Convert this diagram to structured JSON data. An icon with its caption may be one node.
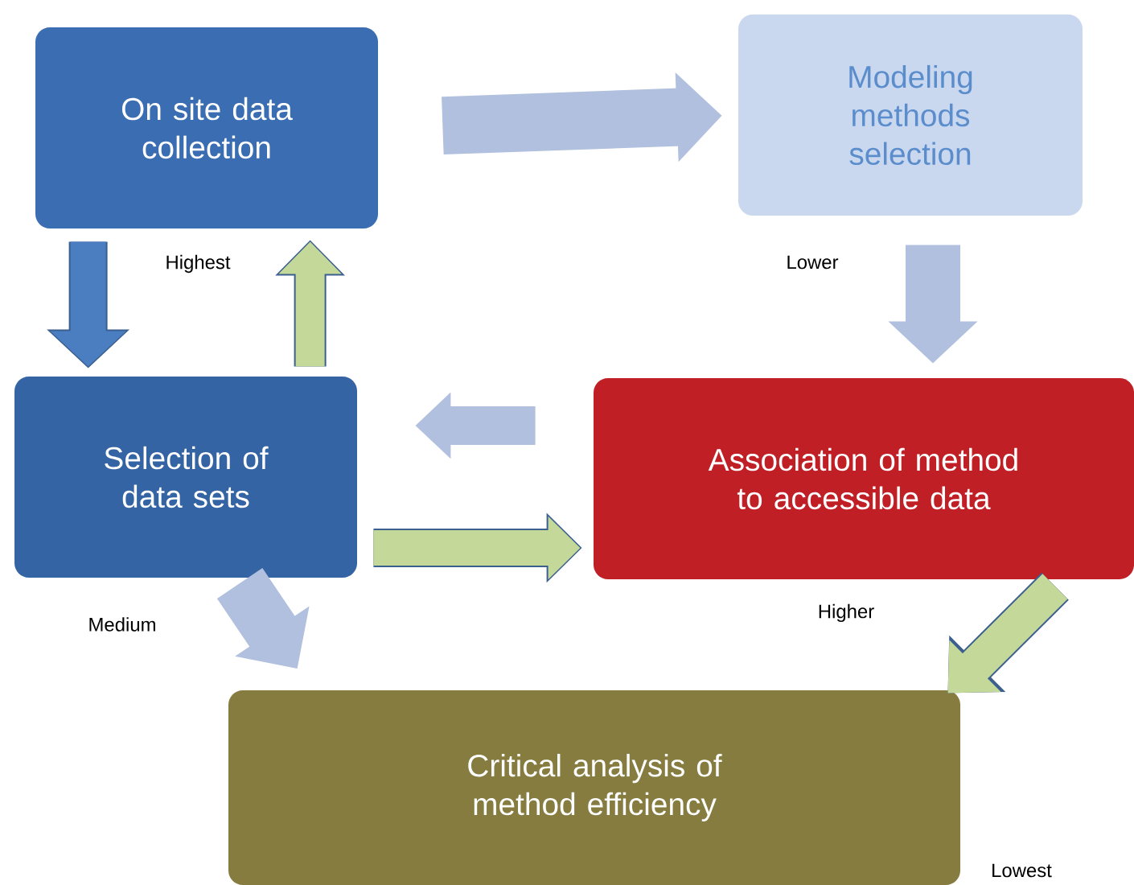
{
  "diagram": {
    "nodes": [
      {
        "text": [
          "On site data collection"
        ]
      },
      {
        "text": [
          "Modeling methods selection"
        ]
      },
      {
        "text": [
          "Selection of data sets"
        ]
      },
      {
        "text": [
          "Association of method to accessible data"
        ]
      },
      {
        "text": [
          "Critical analysis of method efficiency"
        ]
      }
    ],
    "edges": [
      {
        "from": 0,
        "to": 1,
        "arrow": "to"
      },
      {
        "from": 1,
        "to": 3,
        "arrow": "to"
      },
      {
        "from": 3,
        "to": 2,
        "arrow": "to"
      },
      {
        "from": 2,
        "to": 3,
        "arrow": "to",
        "color": "#c4d89a"
      },
      {
        "from": 0,
        "to": 2,
        "arrow": "to",
        "color": "#4a7ec0"
      },
      {
        "from": 2,
        "to": 0,
        "arrow": "to",
        "color": "#c4d89a"
      },
      {
        "from": 2,
        "to": 4,
        "arrow": "to"
      },
      {
        "from": 3,
        "to": 4,
        "arrow": "to",
        "color": "#c4d89a"
      }
    ],
    "labels": [
      "Highest",
      "Lower",
      "Medium",
      "Higher",
      "Lowest"
    ]
  }
}
